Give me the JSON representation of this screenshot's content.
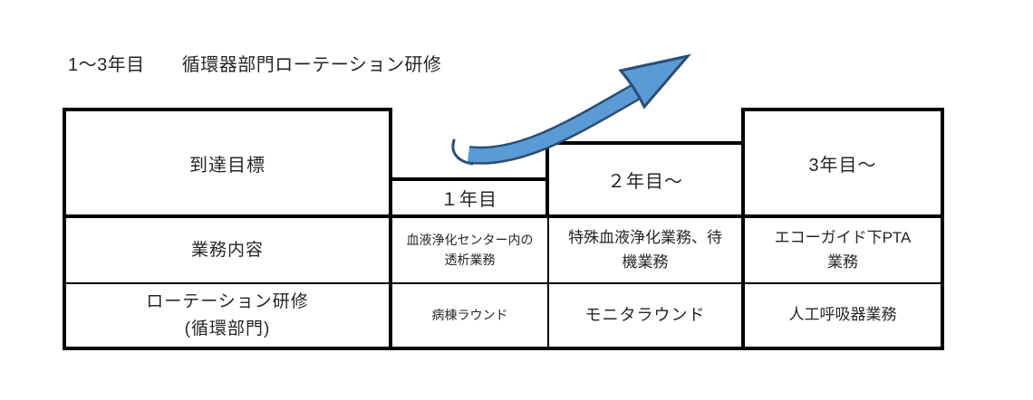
{
  "title": "1～3年目　　循環器部門ローテーション研修",
  "table": {
    "goal_header": "到達目標",
    "year_headers": [
      "１年目",
      "２年目～",
      "3年目～"
    ],
    "rows": [
      {
        "label": "業務内容",
        "cells": [
          "血液浄化センター内の\n透析業務",
          "特殊血液浄化業務、待\n機業務",
          "エコーガイド下PTA\n業務"
        ]
      },
      {
        "label": "ローテーション研修\n(循環部門)",
        "cells": [
          "病棟ラウンド",
          "モニタラウンド",
          "人工呼吸器業務"
        ]
      }
    ]
  },
  "arrow": {
    "meaning": "upward-progress-arrow",
    "fill": "#5B9BD5",
    "stroke": "#2B4E74"
  },
  "colors": {
    "border": "#000000",
    "text": "#262626",
    "background": "#FFFFFF"
  }
}
